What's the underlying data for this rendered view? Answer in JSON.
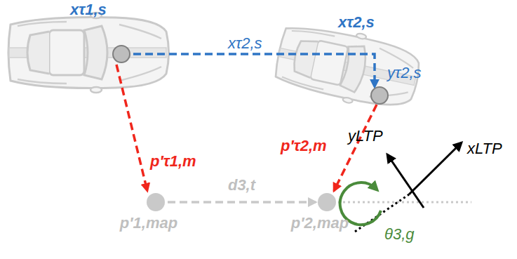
{
  "diagram": {
    "nodes": [
      {
        "text": [
          "p′1,map"
        ]
      },
      {
        "text": [
          "p′2,map"
        ]
      }
    ],
    "edges": [
      {
        "from": 0,
        "to": 1,
        "arrow": "to",
        "label": "d3,t"
      }
    ],
    "labels": [
      "xτ1,s",
      "xτ2,s",
      "xτ2,s",
      "yτ2,s",
      "p′τ1,m",
      "p′τ2,m",
      "yLTP",
      "xLTP",
      "θ3,g"
    ]
  }
}
